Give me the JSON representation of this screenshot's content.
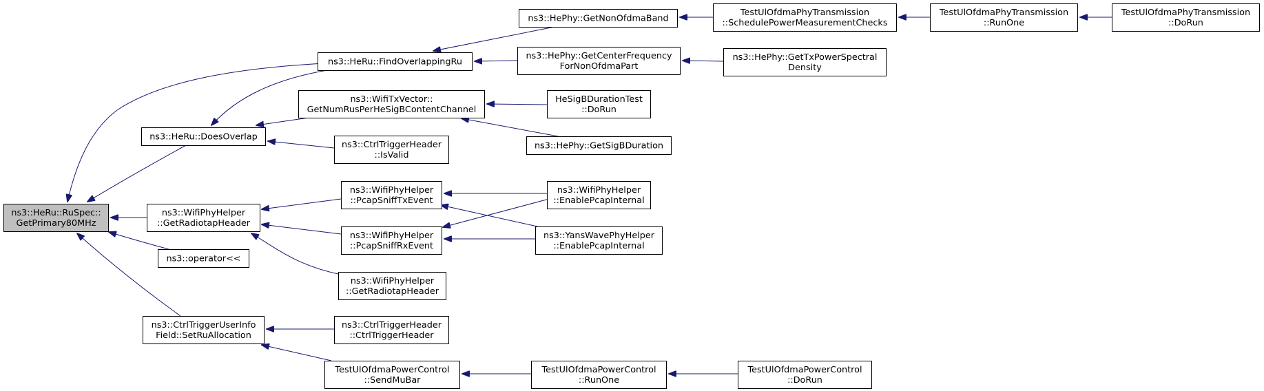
{
  "diagram": {
    "type": "doxygen-caller-graph",
    "colors": {
      "edge": "#191970",
      "node_border": "#000000",
      "node_fill": "#ffffff",
      "root_fill": "#bfbfbf"
    },
    "nodes": [
      {
        "id": "root",
        "lines": [
          "ns3::HeRu::RuSpec::",
          "GetPrimary80MHz"
        ],
        "root": true
      },
      {
        "id": "doesOverlap",
        "lines": [
          "ns3::HeRu::DoesOverlap"
        ]
      },
      {
        "id": "getRadiotap1",
        "lines": [
          "ns3::WifiPhyHelper",
          "::GetRadiotapHeader"
        ]
      },
      {
        "id": "opShift",
        "lines": [
          "ns3::operator<<"
        ]
      },
      {
        "id": "setRuAlloc",
        "lines": [
          "ns3::CtrlTriggerUserInfo",
          "Field::SetRuAllocation"
        ]
      },
      {
        "id": "findOverlap",
        "lines": [
          "ns3::HeRu::FindOverlappingRu"
        ]
      },
      {
        "id": "getNumRus",
        "lines": [
          "ns3::WifiTxVector::",
          "GetNumRusPerHeSigBContentChannel"
        ]
      },
      {
        "id": "isValid",
        "lines": [
          "ns3::CtrlTriggerHeader",
          "::IsValid"
        ]
      },
      {
        "id": "pcapTx",
        "lines": [
          "ns3::WifiPhyHelper",
          "::PcapSniffTxEvent"
        ]
      },
      {
        "id": "pcapRx",
        "lines": [
          "ns3::WifiPhyHelper",
          "::PcapSniffRxEvent"
        ]
      },
      {
        "id": "getRadiotap2",
        "lines": [
          "ns3::WifiPhyHelper",
          "::GetRadiotapHeader"
        ]
      },
      {
        "id": "ctrlTrigHdr",
        "lines": [
          "ns3::CtrlTriggerHeader",
          "::CtrlTriggerHeader"
        ]
      },
      {
        "id": "sendMuBar",
        "lines": [
          "TestUlOfdmaPowerControl",
          "::SendMuBar"
        ]
      },
      {
        "id": "nonOfdmaBand",
        "lines": [
          "ns3::HePhy::GetNonOfdmaBand"
        ]
      },
      {
        "id": "centerFreq",
        "lines": [
          "ns3::HePhy::GetCenterFrequency",
          "ForNonOfdmaPart"
        ]
      },
      {
        "id": "sigBTest",
        "lines": [
          "HeSigBDurationTest",
          "::DoRun"
        ]
      },
      {
        "id": "sigBDur",
        "lines": [
          "ns3::HePhy::GetSigBDuration"
        ]
      },
      {
        "id": "enablePcapWifi",
        "lines": [
          "ns3::WifiPhyHelper",
          "::EnablePcapInternal"
        ]
      },
      {
        "id": "enablePcapYans",
        "lines": [
          "ns3::YansWavePhyHelper",
          "::EnablePcapInternal"
        ]
      },
      {
        "id": "pcRunOne",
        "lines": [
          "TestUlOfdmaPowerControl",
          "::RunOne"
        ]
      },
      {
        "id": "pcDoRun",
        "lines": [
          "TestUlOfdmaPowerControl",
          "::DoRun"
        ]
      },
      {
        "id": "schedPower",
        "lines": [
          "TestUlOfdmaPhyTransmission",
          "::SchedulePowerMeasurementChecks"
        ]
      },
      {
        "id": "txPowerSpec",
        "lines": [
          "ns3::HePhy::GetTxPowerSpectral",
          "Density"
        ]
      },
      {
        "id": "ptRunOne",
        "lines": [
          "TestUlOfdmaPhyTransmission",
          "::RunOne"
        ]
      },
      {
        "id": "ptDoRun",
        "lines": [
          "TestUlOfdmaPhyTransmission",
          "::DoRun"
        ]
      }
    ],
    "edges": [
      {
        "from": "doesOverlap",
        "to": "root"
      },
      {
        "from": "findOverlap",
        "to": "root"
      },
      {
        "from": "getRadiotap1",
        "to": "root"
      },
      {
        "from": "opShift",
        "to": "root"
      },
      {
        "from": "setRuAlloc",
        "to": "root"
      },
      {
        "from": "findOverlap",
        "to": "doesOverlap"
      },
      {
        "from": "getNumRus",
        "to": "doesOverlap"
      },
      {
        "from": "isValid",
        "to": "doesOverlap"
      },
      {
        "from": "pcapTx",
        "to": "getRadiotap1"
      },
      {
        "from": "pcapRx",
        "to": "getRadiotap1"
      },
      {
        "from": "getRadiotap2",
        "to": "getRadiotap1"
      },
      {
        "from": "ctrlTrigHdr",
        "to": "setRuAlloc"
      },
      {
        "from": "sendMuBar",
        "to": "setRuAlloc"
      },
      {
        "from": "nonOfdmaBand",
        "to": "findOverlap"
      },
      {
        "from": "centerFreq",
        "to": "findOverlap"
      },
      {
        "from": "sigBTest",
        "to": "getNumRus"
      },
      {
        "from": "sigBDur",
        "to": "getNumRus"
      },
      {
        "from": "enablePcapWifi",
        "to": "pcapTx"
      },
      {
        "from": "enablePcapYans",
        "to": "pcapTx"
      },
      {
        "from": "enablePcapWifi",
        "to": "pcapRx"
      },
      {
        "from": "enablePcapYans",
        "to": "pcapRx"
      },
      {
        "from": "pcRunOne",
        "to": "sendMuBar"
      },
      {
        "from": "pcDoRun",
        "to": "pcRunOne"
      },
      {
        "from": "schedPower",
        "to": "nonOfdmaBand"
      },
      {
        "from": "txPowerSpec",
        "to": "centerFreq"
      },
      {
        "from": "ptRunOne",
        "to": "schedPower"
      },
      {
        "from": "ptDoRun",
        "to": "ptRunOne"
      }
    ]
  }
}
